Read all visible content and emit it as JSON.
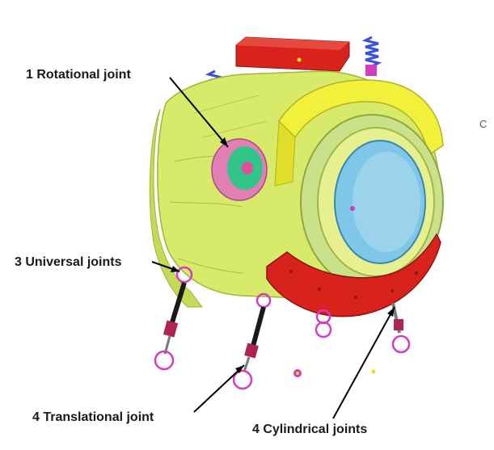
{
  "labels": {
    "rotational": "1 Rotational joint",
    "universal": "3 Universal joints",
    "translational": "4 Translational joint",
    "cylindrical": "4 Cylindrical joints"
  },
  "side_text": "C",
  "colors": {
    "housing": "#d8ea6a",
    "housing_dark": "#b9cf45",
    "counterweight": "#d8221c",
    "front_ring": "#f1f03a",
    "drum_glass": "#7fc7e8",
    "rotational_outer": "#e47fb4",
    "rotational_inner": "#33c48a",
    "spring": "#3b4fd8",
    "spring_joint": "#d43cc0",
    "damper_rod": "#1a1a1a",
    "damper_mid": "#b0234f"
  }
}
